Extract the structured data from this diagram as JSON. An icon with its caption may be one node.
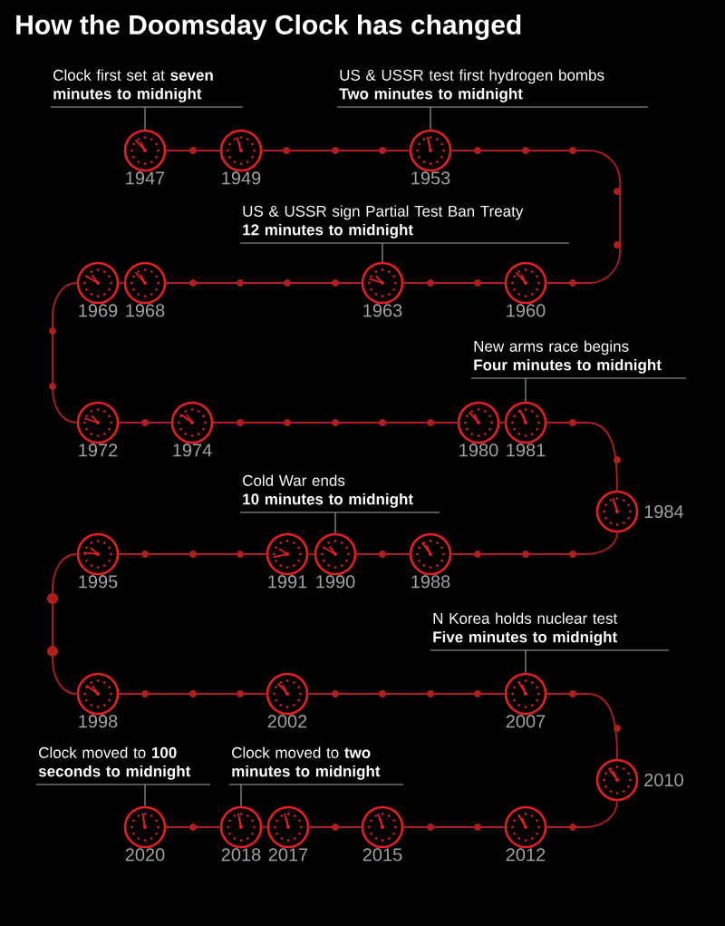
{
  "diagram": {
    "title": "How the Doomsday Clock has changed",
    "nodes": [
      {
        "text": [],
        "shape": "clock",
        "beside": [
          "1947"
        ]
      },
      {
        "text": [],
        "shape": "clock",
        "beside": [
          "1949"
        ]
      },
      {
        "text": [],
        "shape": "clock",
        "beside": [
          "1953"
        ]
      },
      {
        "text": [],
        "shape": "clock",
        "beside": [
          "1960"
        ]
      },
      {
        "text": [],
        "shape": "clock",
        "beside": [
          "1963"
        ]
      },
      {
        "text": [],
        "shape": "clock",
        "beside": [
          "1968"
        ]
      },
      {
        "text": [],
        "shape": "clock",
        "beside": [
          "1969"
        ]
      },
      {
        "text": [],
        "shape": "clock",
        "beside": [
          "1972"
        ]
      },
      {
        "text": [],
        "shape": "clock",
        "beside": [
          "1974"
        ]
      },
      {
        "text": [],
        "shape": "clock",
        "beside": [
          "1980"
        ]
      },
      {
        "text": [],
        "shape": "clock",
        "beside": [
          "1981"
        ]
      },
      {
        "text": [],
        "shape": "clock",
        "beside": [
          "1984"
        ]
      },
      {
        "text": [],
        "shape": "clock",
        "beside": [
          "1988"
        ]
      },
      {
        "text": [],
        "shape": "clock",
        "beside": [
          "1990"
        ]
      },
      {
        "text": [],
        "shape": "clock",
        "beside": [
          "1991"
        ]
      },
      {
        "text": [],
        "shape": "clock",
        "beside": [
          "1995"
        ]
      },
      {
        "text": [],
        "shape": "clock",
        "beside": [
          "1998"
        ]
      },
      {
        "text": [],
        "shape": "clock",
        "beside": [
          "2002"
        ]
      },
      {
        "text": [],
        "shape": "clock",
        "beside": [
          "2007"
        ]
      },
      {
        "text": [],
        "shape": "clock",
        "beside": [
          "2010"
        ]
      },
      {
        "text": [],
        "shape": "clock",
        "beside": [
          "2012"
        ]
      },
      {
        "text": [],
        "shape": "clock",
        "beside": [
          "2015"
        ]
      },
      {
        "text": [],
        "shape": "clock",
        "beside": [
          "2017"
        ]
      },
      {
        "text": [],
        "shape": "clock",
        "beside": [
          "2018"
        ]
      },
      {
        "text": [],
        "shape": "clock",
        "beside": [
          "2020"
        ]
      },
      {
        "text": [
          "Clock first set at **seven minutes to midnight**"
        ]
      },
      {
        "text": [
          "US & USSR test first hydrogen bombs",
          "Two minutes to midnight"
        ]
      },
      {
        "text": [
          "US & USSR sign Partial Test Ban Treaty",
          "12 minutes to midnight"
        ]
      },
      {
        "text": [
          "New arms race begins",
          "Four minutes to midnight"
        ]
      },
      {
        "text": [
          "Cold War ends",
          "10 minutes to midnight"
        ]
      },
      {
        "text": [
          "N Korea holds nuclear test",
          "Five minutes to midnight"
        ]
      },
      {
        "text": [
          "Clock moved to **100 seconds to midnight**"
        ]
      },
      {
        "text": [
          "Clock moved to **two minutes to midnight**"
        ]
      }
    ],
    "edges": [
      {
        "from": 0,
        "to": 1,
        "arrow": "none"
      },
      {
        "from": 1,
        "to": 2,
        "arrow": "none"
      },
      {
        "from": 2,
        "to": 3,
        "arrow": "none"
      },
      {
        "from": 3,
        "to": 4,
        "arrow": "none"
      },
      {
        "from": 4,
        "to": 5,
        "arrow": "none"
      },
      {
        "from": 5,
        "to": 6,
        "arrow": "none"
      },
      {
        "from": 6,
        "to": 7,
        "arrow": "none"
      },
      {
        "from": 7,
        "to": 8,
        "arrow": "none"
      },
      {
        "from": 8,
        "to": 9,
        "arrow": "none"
      },
      {
        "from": 9,
        "to": 10,
        "arrow": "none"
      },
      {
        "from": 10,
        "to": 11,
        "arrow": "none"
      },
      {
        "from": 11,
        "to": 12,
        "arrow": "none"
      },
      {
        "from": 12,
        "to": 13,
        "arrow": "none"
      },
      {
        "from": 13,
        "to": 14,
        "arrow": "none"
      },
      {
        "from": 14,
        "to": 15,
        "arrow": "none"
      },
      {
        "from": 15,
        "to": 16,
        "arrow": "none"
      },
      {
        "from": 16,
        "to": 17,
        "arrow": "none"
      },
      {
        "from": 17,
        "to": 18,
        "arrow": "none"
      },
      {
        "from": 18,
        "to": 19,
        "arrow": "none"
      },
      {
        "from": 19,
        "to": 20,
        "arrow": "none"
      },
      {
        "from": 20,
        "to": 21,
        "arrow": "none"
      },
      {
        "from": 21,
        "to": 22,
        "arrow": "none"
      },
      {
        "from": 22,
        "to": 23,
        "arrow": "none"
      },
      {
        "from": 23,
        "to": 24,
        "arrow": "none"
      },
      {
        "from": 25,
        "to": 0,
        "arrow": "none",
        "color": "#9a9a9a"
      },
      {
        "from": 26,
        "to": 2,
        "arrow": "none",
        "color": "#9a9a9a"
      },
      {
        "from": 27,
        "to": 4,
        "arrow": "none",
        "color": "#9a9a9a"
      },
      {
        "from": 28,
        "to": 10,
        "arrow": "none",
        "color": "#9a9a9a"
      },
      {
        "from": 29,
        "to": 13,
        "arrow": "none",
        "color": "#9a9a9a"
      },
      {
        "from": 30,
        "to": 18,
        "arrow": "none",
        "color": "#9a9a9a"
      },
      {
        "from": 31,
        "to": 24,
        "arrow": "none",
        "color": "#9a9a9a"
      },
      {
        "from": 32,
        "to": 23,
        "arrow": "none",
        "color": "#9a9a9a"
      }
    ]
  }
}
